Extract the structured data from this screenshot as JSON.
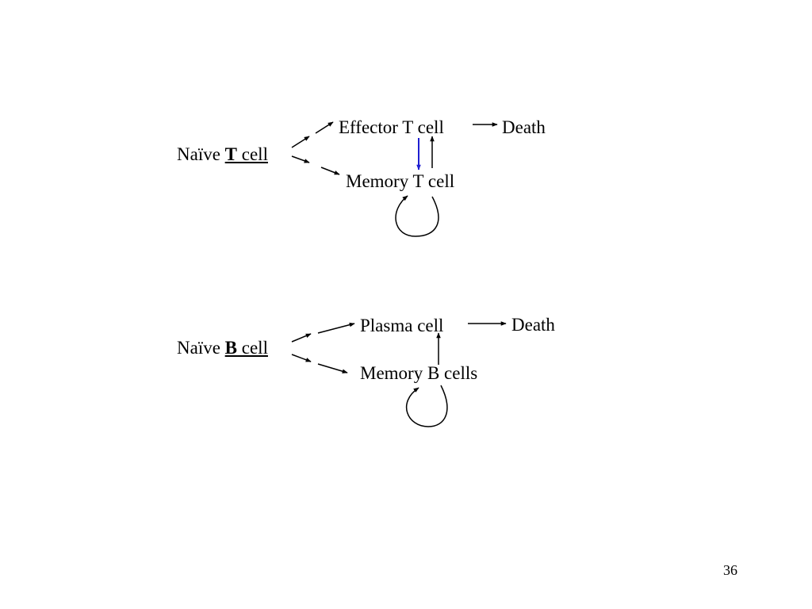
{
  "t_cell": {
    "naive_prefix": "Naïve ",
    "naive_letter": "T",
    "naive_suffix": " cell",
    "effector": "Effector T cell",
    "death": "Death",
    "memory": "Memory T cell"
  },
  "b_cell": {
    "naive_prefix": "Naïve ",
    "naive_letter": "B",
    "naive_suffix": " cell",
    "plasma": "Plasma cell",
    "death": "Death",
    "memory": "Memory B cells"
  },
  "slide_number": "36",
  "colors": {
    "text": "#000000",
    "reverse_arrow": "#1f1fd1",
    "background": "#ffffff"
  }
}
